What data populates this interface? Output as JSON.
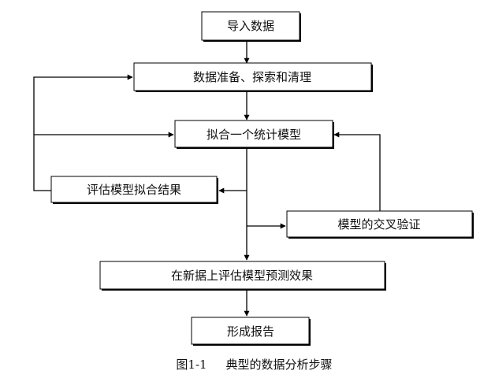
{
  "diagram": {
    "nodes": {
      "import": "导入数据",
      "prepare": "数据准备、探索和清理",
      "fit": "拟合一个统计模型",
      "evaluate": "评估模型拟合结果",
      "crossval": "模型的交叉验证",
      "predict": "在新据上评估模型预测效果",
      "report": "形成报告"
    },
    "caption": {
      "number": "图1-1",
      "title": "典型的数据分析步骤"
    }
  }
}
